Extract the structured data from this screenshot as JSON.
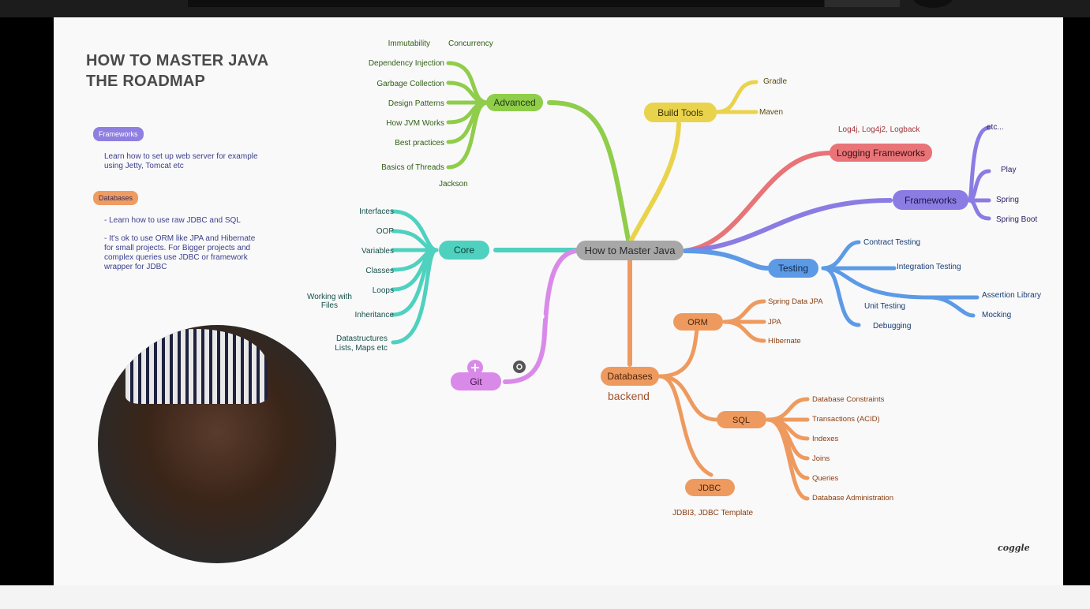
{
  "title": {
    "line1": "HOW TO MASTER JAVA",
    "line2": "THE ROADMAP"
  },
  "notes": {
    "frameworks_tag": "Frameworks",
    "frameworks_text": "Learn how to set up web server for example using Jetty, Tomcat etc",
    "databases_tag": "Databases",
    "databases_line1": "- Learn how to use raw JDBC and SQL",
    "databases_line2": "- It's ok to use ORM like JPA and Hibernate for small projects. For Bigger projects and complex queries use JDBC or framework wrapper for JDBC"
  },
  "nodes": {
    "root": "How to Master Java",
    "advanced": "Advanced",
    "core": "Core",
    "git": "Git",
    "databases": "Databases",
    "build_tools": "Build Tools",
    "logging": "Logging Frameworks",
    "frameworks": "Frameworks",
    "testing": "Testing",
    "orm": "ORM",
    "sql": "SQL",
    "jdbc": "JDBC"
  },
  "leaves": {
    "advanced": [
      "Immutability",
      "Concurrency",
      "Dependency Injection",
      "Garbage Collection",
      "Design Patterns",
      "How JVM Works",
      "Best practices",
      "Basics of Threads",
      "Jackson"
    ],
    "core": [
      "Interfaces",
      "OOP",
      "Variables",
      "Classes",
      "Loops",
      "Working with",
      "Files",
      "Inheritance",
      "Datastructures",
      "Lists, Maps etc"
    ],
    "build_tools": [
      "Gradle",
      "Maven"
    ],
    "logging": [
      "Log4j, Log4j2, Logback"
    ],
    "frameworks": [
      "etc...",
      "Play",
      "Spring",
      "Spring Boot"
    ],
    "testing": [
      "Contract Testing",
      "Integration Testing",
      "Unit Testing",
      "Assertion Library",
      "Mocking",
      "Debugging"
    ],
    "orm": [
      "Spring Data JPA",
      "JPA",
      "HIbernate"
    ],
    "sql": [
      "Database Constraints",
      "Transactions (ACID)",
      "Indexes",
      "Joins",
      "Queries",
      "Database Administration"
    ],
    "jdbc": [
      "JDBI3, JDBC Template"
    ],
    "databases_label": "backend"
  },
  "colors": {
    "advanced": "#8fcd4a",
    "core": "#4fd1bf",
    "git": "#d98ae8",
    "databases": "#ee9a5f",
    "build_tools": "#ead34c",
    "logging": "#e87478",
    "frameworks": "#8a7ce3",
    "testing": "#5d9ae6",
    "root": "#a7a7a7"
  },
  "icons": {
    "add": "plus-icon",
    "link": "link-icon"
  },
  "logo": "coggle"
}
